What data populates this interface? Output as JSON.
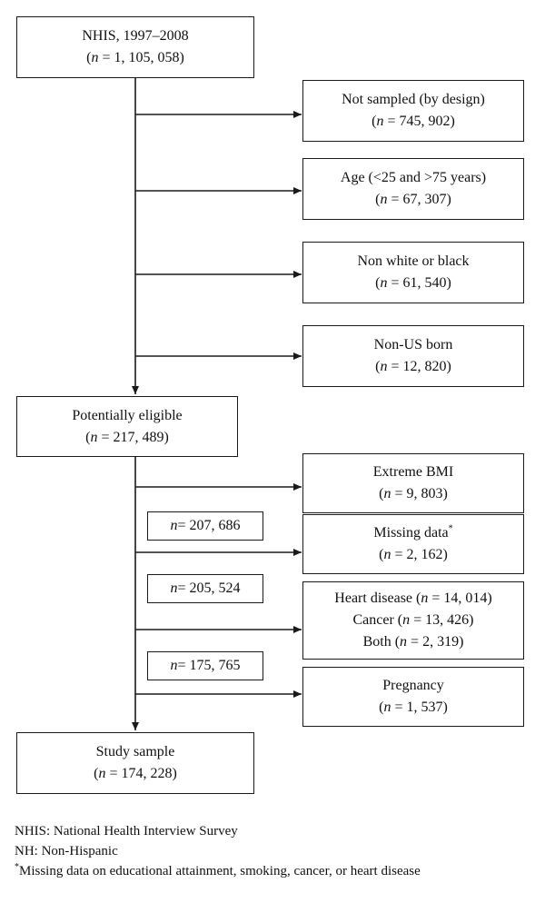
{
  "nodes": {
    "nhis": {
      "title": "NHIS, 1997–2008",
      "n_prefix": "(",
      "n_label": "n",
      "n_rest": " = 1, 105, 058)"
    },
    "not_sampled": {
      "title": "Not sampled (by design)",
      "n_prefix": "(",
      "n_label": "n",
      "n_rest": " = 745, 902)"
    },
    "age": {
      "title": "Age (<25 and >75 years)",
      "n_prefix": "(",
      "n_label": "n",
      "n_rest": " = 67, 307)"
    },
    "non_white": {
      "title": "Non white or black",
      "n_prefix": "(",
      "n_label": "n",
      "n_rest": " = 61, 540)"
    },
    "non_us": {
      "title": "Non-US born",
      "n_prefix": "(",
      "n_label": "n",
      "n_rest": " = 12, 820)"
    },
    "eligible": {
      "title": "Potentially eligible",
      "n_prefix": "(",
      "n_label": "n",
      "n_rest": " = 217, 489)"
    },
    "bmi": {
      "title": "Extreme BMI",
      "n_prefix": "(",
      "n_label": "n",
      "n_rest": " = 9, 803)"
    },
    "missing": {
      "title": "Missing data",
      "asterisk": "*",
      "n_prefix": "(",
      "n_label": "n",
      "n_rest": " = 2, 162)"
    },
    "conditions": {
      "heart_pre": "Heart disease (",
      "heart_n": "n",
      "heart_rest": " = 14, 014)",
      "cancer_pre": "Cancer (",
      "cancer_n": "n",
      "cancer_rest": " = 13, 426)",
      "both_pre": "Both (",
      "both_n": "n",
      "both_rest": " = 2, 319)"
    },
    "pregnancy": {
      "title": "Pregnancy",
      "n_prefix": "(",
      "n_label": "n",
      "n_rest": " = 1, 537)"
    },
    "study": {
      "title": "Study sample",
      "n_prefix": "(",
      "n_label": "n",
      "n_rest": " = 174, 228)"
    }
  },
  "intermediate": [
    {
      "n_label": "n",
      "n_rest": " = 207, 686"
    },
    {
      "n_label": "n",
      "n_rest": " = 205, 524"
    },
    {
      "n_label": "n",
      "n_rest": " = 175, 765"
    }
  ],
  "notes": {
    "nhis": "NHIS: National Health Interview Survey",
    "nh": "NH: Non-Hispanic",
    "asterisk": "*",
    "missing": "Missing data on educational attainment, smoking, cancer, or heart disease"
  }
}
